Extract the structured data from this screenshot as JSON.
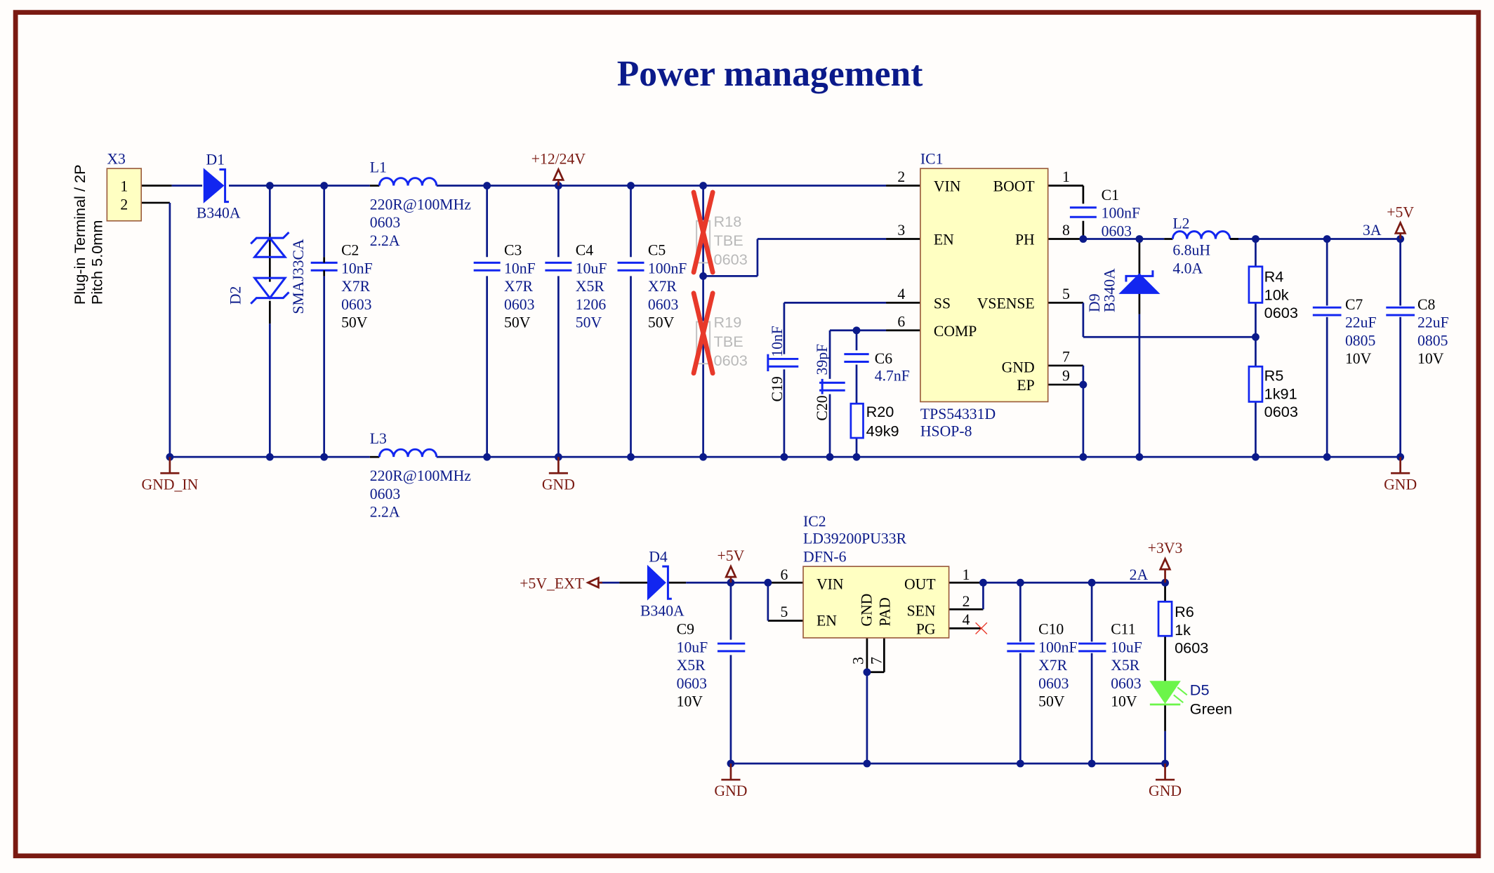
{
  "title": "Power management",
  "colors": {
    "border": "#7a1a12",
    "wire": "#0b1a8a",
    "symbol": "#1226f0",
    "ic_fill": "#ffffc2",
    "power_port": "#7a1a12",
    "dnp_cross": "#e8392a",
    "led_green": "#6cf54a"
  },
  "connector": {
    "designator": "X3",
    "description_line1": "Plug-in Terminal / 2P",
    "description_line2": "Pitch 5.0mm",
    "pins": [
      "1",
      "2"
    ]
  },
  "diodes": {
    "D1": {
      "designator": "D1",
      "value": "B340A"
    },
    "D2": {
      "designator": "D2",
      "value": "SMAJ33CA"
    },
    "D4": {
      "designator": "D4",
      "value": "B340A"
    },
    "D9": {
      "designator": "D9",
      "value": "B340A"
    },
    "D5": {
      "designator": "D5",
      "value": "Green"
    }
  },
  "inductors": {
    "L1": {
      "designator": "L1",
      "value": "220R@100MHz",
      "package": "0603",
      "current": "2.2A"
    },
    "L3": {
      "designator": "L3",
      "value": "220R@100MHz",
      "package": "0603",
      "current": "2.2A"
    },
    "L2": {
      "designator": "L2",
      "value": "6.8uH",
      "current": "4.0A"
    }
  },
  "capacitors": {
    "C1": {
      "designator": "C1",
      "value": "100nF",
      "package": "0603"
    },
    "C2": {
      "designator": "C2",
      "value": "10nF",
      "dielectric": "X7R",
      "package": "0603",
      "voltage": "50V"
    },
    "C3": {
      "designator": "C3",
      "value": "10nF",
      "dielectric": "X7R",
      "package": "0603",
      "voltage": "50V"
    },
    "C4": {
      "designator": "C4",
      "value": "10uF",
      "dielectric": "X5R",
      "package": "1206",
      "voltage": "50V"
    },
    "C5": {
      "designator": "C5",
      "value": "100nF",
      "dielectric": "X7R",
      "package": "0603",
      "voltage": "50V"
    },
    "C6": {
      "designator": "C6",
      "value": "4.7nF"
    },
    "C7": {
      "designator": "C7",
      "value": "22uF",
      "package": "0805",
      "voltage": "10V"
    },
    "C8": {
      "designator": "C8",
      "value": "22uF",
      "package": "0805",
      "voltage": "10V"
    },
    "C9": {
      "designator": "C9",
      "value": "10uF",
      "dielectric": "X5R",
      "package": "0603",
      "voltage": "10V"
    },
    "C10": {
      "designator": "C10",
      "value": "100nF",
      "dielectric": "X7R",
      "package": "0603",
      "voltage": "50V"
    },
    "C11": {
      "designator": "C11",
      "value": "10uF",
      "dielectric": "X5R",
      "package": "0603",
      "voltage": "10V"
    },
    "C19": {
      "designator": "C19",
      "value": "10nF"
    },
    "C20": {
      "designator": "C20",
      "value": "39pF"
    }
  },
  "resistors": {
    "R4": {
      "designator": "R4",
      "value": "10k",
      "package": "0603"
    },
    "R5": {
      "designator": "R5",
      "value": "1k91",
      "package": "0603"
    },
    "R6": {
      "designator": "R6",
      "value": "1k",
      "package": "0603"
    },
    "R18": {
      "designator": "R18",
      "value": "TBE",
      "package": "0603",
      "not_populated": true
    },
    "R19": {
      "designator": "R19",
      "value": "TBE",
      "package": "0603",
      "not_populated": true
    },
    "R20": {
      "designator": "R20",
      "value": "49k9"
    }
  },
  "ic1": {
    "designator": "IC1",
    "part": "TPS54331D",
    "package": "HSOP-8",
    "pins_left": [
      {
        "num": "2",
        "name": "VIN"
      },
      {
        "num": "3",
        "name": "EN"
      },
      {
        "num": "4",
        "name": "SS"
      },
      {
        "num": "6",
        "name": "COMP"
      }
    ],
    "pins_right": [
      {
        "num": "1",
        "name": "BOOT"
      },
      {
        "num": "8",
        "name": "PH"
      },
      {
        "num": "5",
        "name": "VSENSE"
      },
      {
        "num": "7",
        "name": "GND"
      },
      {
        "num": "9",
        "name": "EP"
      }
    ]
  },
  "ic2": {
    "designator": "IC2",
    "part": "LD39200PU33R",
    "package": "DFN-6",
    "pins_left": [
      {
        "num": "6",
        "name": "VIN"
      },
      {
        "num": "5",
        "name": "EN"
      }
    ],
    "pins_right": [
      {
        "num": "1",
        "name": "OUT"
      },
      {
        "num": "2",
        "name": "SEN"
      },
      {
        "num": "4",
        "name": "PG"
      }
    ],
    "pins_bottom": [
      {
        "num": "3",
        "name": "GND"
      },
      {
        "num": "7",
        "name": "PAD"
      }
    ]
  },
  "nets": {
    "vin": "+12/24V",
    "v5": "+5V",
    "v5_ext": "+5V_EXT",
    "v3v3": "+3V3",
    "gnd": "GND",
    "gnd_in": "GND_IN",
    "current_5v": "3A",
    "current_3v3": "2A"
  }
}
